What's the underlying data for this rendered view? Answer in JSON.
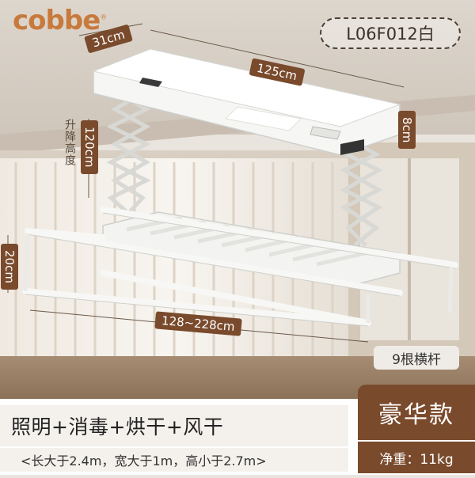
{
  "brand": {
    "logo_text": "cobbe",
    "trademark": "®"
  },
  "model": "L06F012白",
  "dimensions": {
    "depth": "31cm",
    "length": "125cm",
    "height": "8cm",
    "lift_label": "升降高度",
    "lift_height": "120cm",
    "rack_height": "20cm",
    "span": "128~228cm"
  },
  "crossbars": "9根横杆",
  "features": "照明+消毒+烘干+风干",
  "requirements": "<长大于2.4m，宽大于1m，高小于2.7m>",
  "tier": "豪华款",
  "weight": "净重：11kg",
  "colors": {
    "accent": "#7a4a2c",
    "brand": "#c8793c"
  }
}
